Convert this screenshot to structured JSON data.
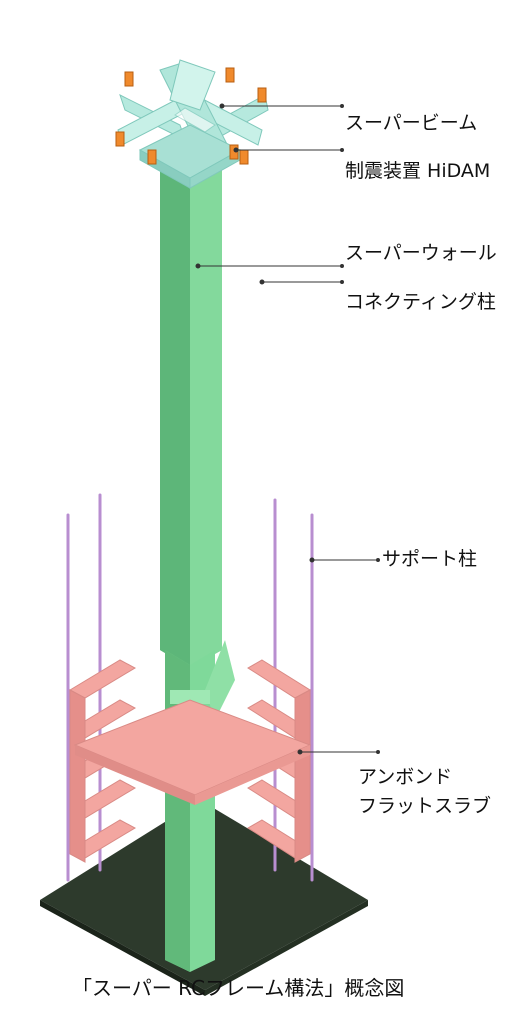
{
  "labels": {
    "super_beam": "スーパービーム",
    "damper": "制震装置 HiDAM",
    "super_wall": "スーパーウォール",
    "connecting_column": "コネクティング柱",
    "support_column": "サポート柱",
    "unbonded_line1": "アンボンド",
    "unbonded_line2": "フラットスラブ"
  },
  "caption": "「スーパー RCフレーム構法」概念図",
  "colors": {
    "beam": "#a8e0d4",
    "wall": "#7fd99a",
    "column": "#b88ed0",
    "slab": "#f3a6a0",
    "base": "#2d3a2c",
    "damper": "#f08a2c"
  }
}
